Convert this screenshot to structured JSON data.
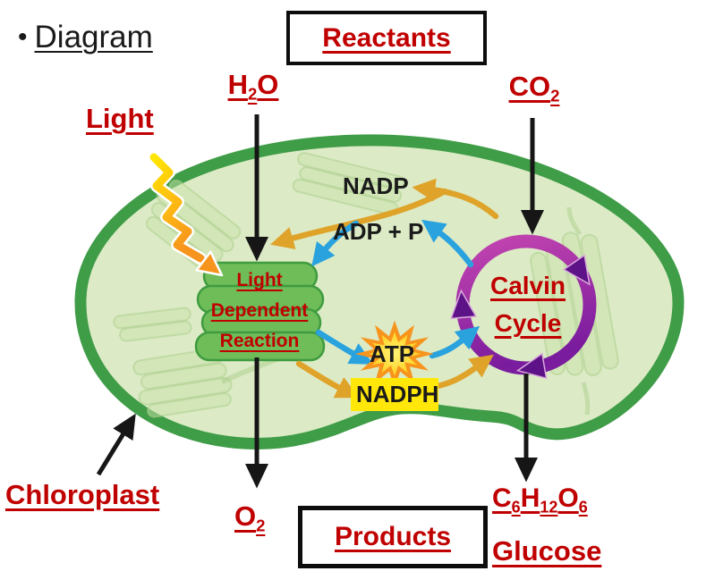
{
  "header": {
    "bullet": "•",
    "title": "Diagram"
  },
  "boxes": {
    "reactants": "Reactants",
    "products": "Products"
  },
  "molecules": {
    "h2o": {
      "p1": "H",
      "sub1": "2",
      "p2": "O"
    },
    "co2": {
      "p1": "CO",
      "sub1": "2"
    },
    "o2": {
      "p1": "O",
      "sub1": "2"
    },
    "glucose": {
      "p1": "C",
      "sub1": "6",
      "p2": "H",
      "sub2": "12",
      "p3": "O",
      "sub3": "6",
      "name": "Glucose"
    }
  },
  "labels": {
    "light": "Light",
    "chloroplast": "Chloroplast",
    "nadp": "NADP",
    "adp_p": "ADP + P",
    "atp": "ATP",
    "nadph": "NADPH"
  },
  "light_dependent_reaction": {
    "line1": "Light",
    "line2": "Dependent",
    "line3": "Reaction"
  },
  "calvin_cycle": {
    "line1": "Calvin",
    "line2": "Cycle"
  },
  "colors": {
    "dark_red_text": "#C00000",
    "black_text": "#1A1A1A",
    "chloroplast_border": "#3F9C47",
    "chloroplast_fill": "#DCEBC6",
    "thylakoid_decoration": "#C8E2A8",
    "ldr_stack_fill": "#6EBD58",
    "ldr_stack_border": "#3F9B3F",
    "calvin_ring_magenta": "#C445B0",
    "calvin_ring_purple": "#7A1C9E",
    "calvin_arrowhead": "#5E1287",
    "gold_arrow": "#DFA32A",
    "blue_arrow": "#2AA2DE",
    "atp_star_outer": "#F7941D",
    "atp_star_inner": "#FFD21E",
    "nadph_highlight": "#FFE70A",
    "bolt_yellow": "#FFE600",
    "bolt_orange": "#F7941D",
    "box_border": "#0D0D0D"
  }
}
